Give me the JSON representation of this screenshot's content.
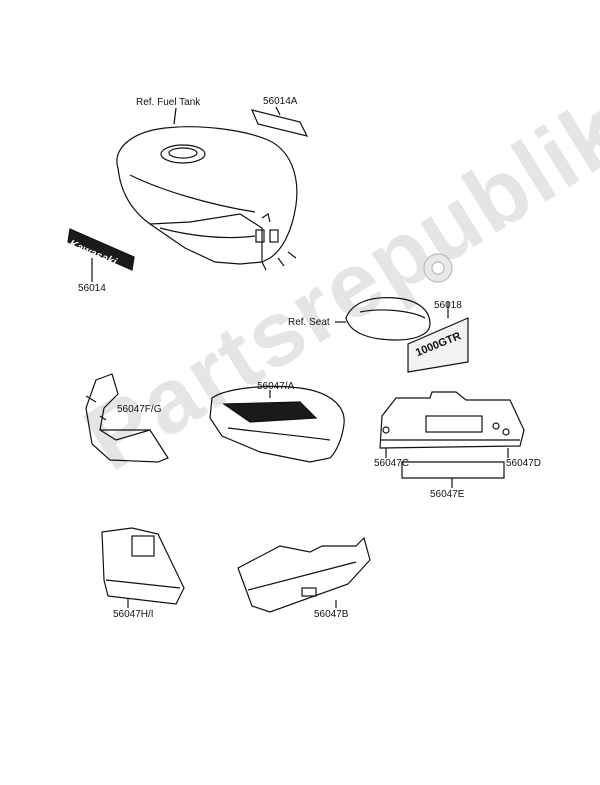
{
  "watermark": {
    "text": "Partsrepublik"
  },
  "labels": {
    "ref_fuel_tank": "Ref. Fuel Tank",
    "p56014A": "56014A",
    "p56014": "56014",
    "ref_seat": "Ref. Seat",
    "p56018": "56018",
    "p56047A": "56047/A",
    "p56047FG": "56047F/G",
    "p56047C": "56047C",
    "p56047D": "56047D",
    "p56047E": "56047E",
    "p56047HI": "56047H/I",
    "p56047B": "56047B"
  },
  "emblems": {
    "kawasaki": "Kawasaki",
    "model": "1000GTR"
  }
}
